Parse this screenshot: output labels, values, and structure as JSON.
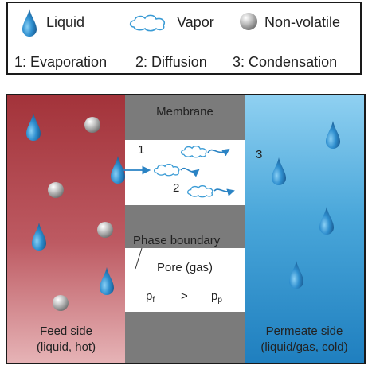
{
  "legend": {
    "liquid_label": "Liquid",
    "vapor_label": "Vapor",
    "nonvolatile_label": "Non-volatile",
    "evaporation": "1: Evaporation",
    "diffusion": "2: Diffusion",
    "condensation": "3: Condensation"
  },
  "diagram": {
    "membrane_label": "Membrane",
    "phase_boundary_label": "Phase boundary",
    "pore_label": "Pore (gas)",
    "step1": "1",
    "step2": "2",
    "step3": "3",
    "pressure": {
      "left_base": "p",
      "left_sub": "f",
      "operator": ">",
      "right_base": "p",
      "right_sub": "p"
    },
    "feed_label_line1": "Feed side",
    "feed_label_line2": "(liquid, hot)",
    "permeate_label_line1": "Permeate side",
    "permeate_label_line2": "(liquid/gas, cold)"
  },
  "icons": {
    "liquid": "water-drop-icon",
    "vapor": "vapor-cloud-icon",
    "nonvolatile": "gray-sphere-icon"
  },
  "colors": {
    "feed": "#a3333a",
    "permeate": "#1f7fbf",
    "membrane": "#7b7b7b",
    "drop": "#1e6fa6",
    "vapor": "#3a9bd5"
  }
}
